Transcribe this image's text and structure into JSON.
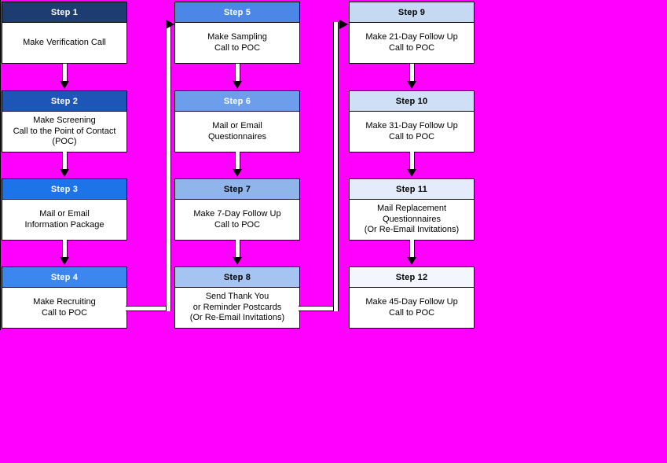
{
  "background_color": "#FF00FF",
  "box_body_color": "#FFFFFF",
  "box_border_color": "#000000",
  "body_text_color": "#000000",
  "steps": [
    {
      "title": "Step 1",
      "header_color": "#1C3C72",
      "header_text_color": "#FFFFFF",
      "lines": [
        "Make Verification Call"
      ]
    },
    {
      "title": "Step 2",
      "header_color": "#1E56B8",
      "header_text_color": "#FFFFFF",
      "lines": [
        "Make Screening",
        "Call to the Point of Contact",
        "(POC)"
      ]
    },
    {
      "title": "Step 3",
      "header_color": "#1C74E8",
      "header_text_color": "#FFFFFF",
      "lines": [
        "Mail or Email",
        "Information Package"
      ]
    },
    {
      "title": "Step 4",
      "header_color": "#3C86F0",
      "header_text_color": "#FFFFFF",
      "lines": [
        "Make Recruiting",
        "Call to POC"
      ]
    },
    {
      "title": "Step 5",
      "header_color": "#4C86E6",
      "header_text_color": "#FFFFFF",
      "lines": [
        "Make Sampling",
        "Call to POC"
      ]
    },
    {
      "title": "Step 6",
      "header_color": "#6D9EEB",
      "header_text_color": "#FFFFFF",
      "lines": [
        "Mail or Email",
        "Questionnaires"
      ]
    },
    {
      "title": "Step 7",
      "header_color": "#8FB5EA",
      "header_text_color": "#000000",
      "lines": [
        "Make 7-Day Follow Up",
        "Call to POC"
      ]
    },
    {
      "title": "Step 8",
      "header_color": "#A6C4F2",
      "header_text_color": "#000000",
      "lines": [
        "Send Thank You",
        "or Reminder Postcards",
        "(Or Re-Email Invitations)"
      ]
    },
    {
      "title": "Step 9",
      "header_color": "#C5D9F3",
      "header_text_color": "#000000",
      "lines": [
        "Make 21-Day Follow Up",
        "Call to POC"
      ]
    },
    {
      "title": "Step 10",
      "header_color": "#CFDFF6",
      "header_text_color": "#000000",
      "lines": [
        "Make 31-Day Follow Up",
        "Call to POC"
      ]
    },
    {
      "title": "Step 11",
      "header_color": "#E4EBFA",
      "header_text_color": "#000000",
      "lines": [
        "Mail Replacement",
        "Questionnaires",
        "(Or Re-Email Invitations)"
      ]
    },
    {
      "title": "Step 12",
      "header_color": "#F3F6FC",
      "header_text_color": "#000000",
      "lines": [
        "Make 45-Day Follow Up",
        "Call to POC"
      ]
    }
  ],
  "connectors": {
    "down_arrows": [
      {
        "from": "Step 1",
        "to": "Step 2"
      },
      {
        "from": "Step 2",
        "to": "Step 3"
      },
      {
        "from": "Step 3",
        "to": "Step 4"
      },
      {
        "from": "Step 5",
        "to": "Step 6"
      },
      {
        "from": "Step 6",
        "to": "Step 7"
      },
      {
        "from": "Step 7",
        "to": "Step 8"
      },
      {
        "from": "Step 9",
        "to": "Step 10"
      },
      {
        "from": "Step 10",
        "to": "Step 11"
      },
      {
        "from": "Step 11",
        "to": "Step 12"
      }
    ],
    "elbow_arrows": [
      {
        "from": "Step 4",
        "to": "Step 5"
      },
      {
        "from": "Step 8",
        "to": "Step 9"
      }
    ]
  }
}
